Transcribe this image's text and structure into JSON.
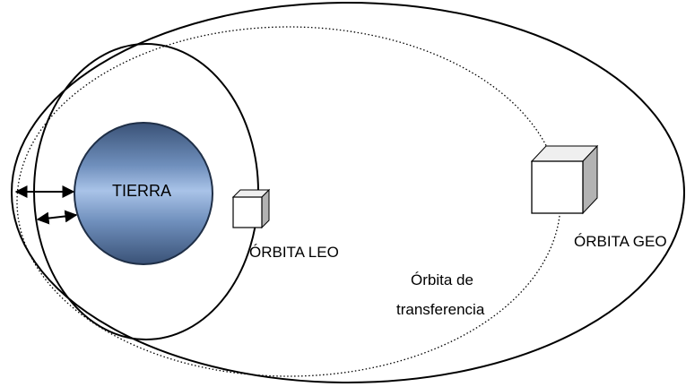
{
  "labels": {
    "earth": "TIERRA",
    "leo": "ÓRBITA LEO",
    "geo": "ÓRBITA GEO",
    "transfer_line1": "Órbita de",
    "transfer_line2": "transferencia"
  },
  "colors": {
    "earth_light": "#a9c3e8",
    "earth_mid": "#6f8fbc",
    "earth_dark": "#3a5277",
    "earth_stroke": "#1f2f47",
    "line": "#000000",
    "cube_face": "#ffffff",
    "cube_side": "#b3b3b3",
    "cube_top": "#efefef"
  }
}
